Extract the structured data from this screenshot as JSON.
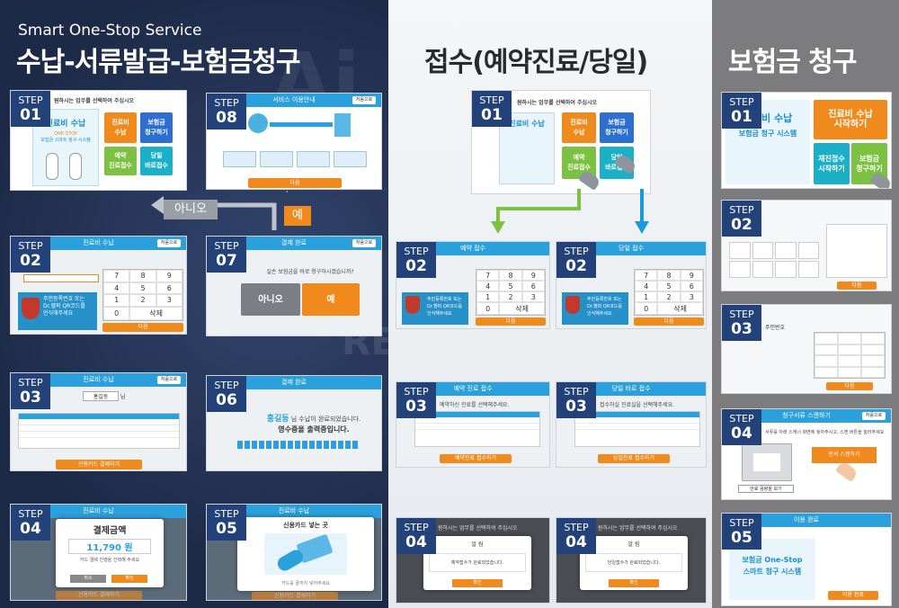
{
  "colors": {
    "navy": "#24427a",
    "cyan": "#2aa0dc",
    "orange": "#f08a1c",
    "green": "#7cc142"
  },
  "left": {
    "subtitle": "Smart One-Stop Service",
    "title": "수납-서류발급-보험금청구",
    "watermark": "REVOLUTION",
    "flow_labels": {
      "no": "아니오",
      "yes": "예"
    },
    "steps": [
      {
        "id": "s01",
        "word": "STEP",
        "num": "01",
        "prompt": "원하시는 업무를 선택하여 주십시오",
        "brand": "진료비 수납",
        "brand2": "ONE-STOP",
        "brand3": "보험금 스마트 청구 시스템",
        "tiles": [
          "진료비\n수납",
          "보험금\n청구하기",
          "예약\n진료접수",
          "당일\n바로접수"
        ]
      },
      {
        "id": "s08",
        "word": "STEP",
        "num": "08",
        "bar": "서비스 이용안내",
        "home": "처음으로",
        "button": "다음"
      },
      {
        "id": "s02",
        "word": "STEP",
        "num": "02",
        "bar": "진료비 수납",
        "home": "처음으로",
        "info": "주민등록번호 또는\nDr.헬퍼 QR코드를\n인식해주세요",
        "keys": [
          "7",
          "8",
          "9",
          "4",
          "5",
          "6",
          "1",
          "2",
          "3",
          "0",
          "삭제"
        ],
        "button": "다음"
      },
      {
        "id": "s07",
        "word": "STEP",
        "num": "07",
        "bar": "결제 완료",
        "home": "처음으로",
        "question": "실손 보험금을 바로 청구하시겠습니까?",
        "no": "아니오",
        "yes": "예"
      },
      {
        "id": "s03",
        "word": "STEP",
        "num": "03",
        "bar": "진료비 수납",
        "home": "처음으로",
        "name": "홍길동",
        "suffix": "님",
        "button": "신용카드 결제하기"
      },
      {
        "id": "s06",
        "word": "STEP",
        "num": "06",
        "bar": "결제 완료",
        "line1_name": "홍길동",
        "line1_rest": " 님 수납이 완료되었습니다.",
        "line2": "영수증을 출력중입니다."
      },
      {
        "id": "s04",
        "word": "STEP",
        "num": "04",
        "bar": "진료비 수납",
        "title": "결제금액",
        "amount": "11,790 원",
        "sub": "카드 결제 진행을 선택해 주세요",
        "cancel": "취소",
        "confirm": "확인",
        "footer": "신용카드 결제하기"
      },
      {
        "id": "s05",
        "word": "STEP",
        "num": "05",
        "bar": "진료비 수납",
        "title": "신용카드 넣는 곳",
        "note": "카드를 끝까지 넣어주세요",
        "footer": "신용카드 결제하기"
      }
    ]
  },
  "middle": {
    "title": "접수(예약진료/당일)",
    "s01": {
      "word": "STEP",
      "num": "01",
      "prompt": "원하시는 업무를 선택하여 주십시오",
      "brand": "진료비 수납",
      "tiles": [
        "진료비\n수납",
        "보험금\n청구하기",
        "예약\n진료접수",
        "당일\n바로접수"
      ]
    },
    "a02": {
      "word": "STEP",
      "num": "02",
      "bar": "예약 접수",
      "info": "주민등록번호 또는\nDr.헬퍼 QR코드를\n인식해주세요",
      "keys": [
        "7",
        "8",
        "9",
        "4",
        "5",
        "6",
        "1",
        "2",
        "3",
        "0",
        "삭제"
      ],
      "button": "다음"
    },
    "b02": {
      "word": "STEP",
      "num": "02",
      "bar": "당일 접수",
      "info": "주민등록번호 또는\nDr.헬퍼 QR코드를\n인식해주세요",
      "keys": [
        "7",
        "8",
        "9",
        "4",
        "5",
        "6",
        "1",
        "2",
        "3",
        "0",
        "삭제"
      ],
      "button": "다음"
    },
    "a03": {
      "word": "STEP",
      "num": "03",
      "bar": "예약 진료 접수",
      "text": "예약하신 진료를 선택해주세요.",
      "button": "예약진료 접수하기"
    },
    "b03": {
      "word": "STEP",
      "num": "03",
      "bar": "당일 바로 접수",
      "text": "접수하실 진료실을 선택해주세요.",
      "button": "당일진료 접수하기"
    },
    "a04": {
      "word": "STEP",
      "num": "04",
      "prompt": "원하시는 업무를 선택하여 주십시오",
      "modal_title": "알 림",
      "modal_text": "예약접수가 완료되었습니다.",
      "ok": "확인"
    },
    "b04": {
      "word": "STEP",
      "num": "04",
      "prompt": "원하시는 업무를 선택하여 주십시오",
      "modal_title": "알 림",
      "modal_text": "당일접수가 완료되었습니다.",
      "ok": "확인"
    }
  },
  "right": {
    "title": "보험금 청구",
    "s01": {
      "word": "STEP",
      "num": "01",
      "brand": "진료비 수납",
      "brand3": "보험금 청구 시스템",
      "tiles": [
        "진료비 수납\n시작하기",
        "재진접수\n시작하기",
        "보험금\n청구하기"
      ]
    },
    "s02": {
      "word": "STEP",
      "num": "02",
      "button": "다음"
    },
    "s03": {
      "word": "STEP",
      "num": "03",
      "field": "주민번호",
      "button": "다음"
    },
    "s04": {
      "word": "STEP",
      "num": "04",
      "bar": "청구서류 스캔하기",
      "home": "처음으로",
      "hint": "서류를 아래 스캐너 화면에 놓아주시고, 스캔 버튼을 눌러주세요",
      "scan": "문서 스캔하기",
      "preview": "만료 용량을 보기"
    },
    "s05": {
      "word": "STEP",
      "num": "05",
      "bar": "이용 완료",
      "brand1": "보험금 One-Stop",
      "brand2": "스마트 청구 시스템",
      "button": "이용 완료"
    }
  }
}
